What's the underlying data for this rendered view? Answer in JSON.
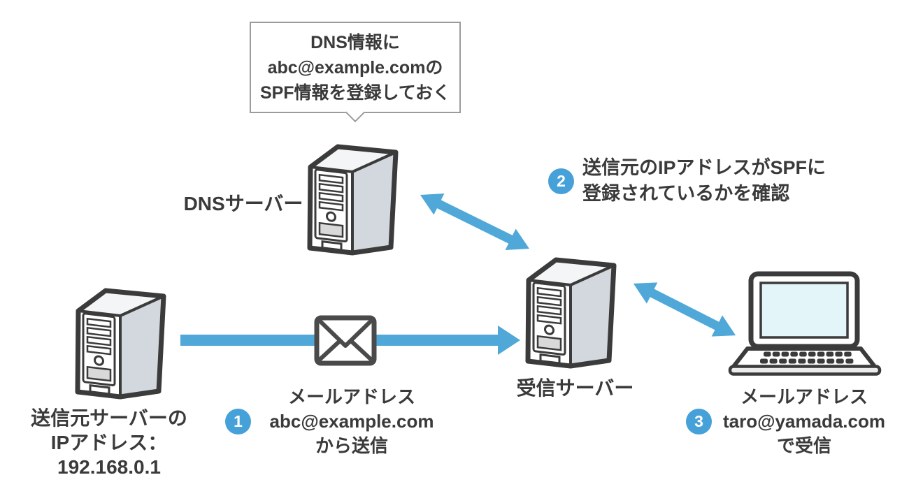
{
  "callout": {
    "lines": [
      "DNS情報に",
      "abc@example.comの",
      "SPF情報を登録しておく"
    ]
  },
  "nodes": {
    "dns_server": {
      "label": "DNSサーバー",
      "icon": "server-icon"
    },
    "sender_server": {
      "label_lines": [
        "送信元サーバーの",
        "IPアドレス：192.168.0.1"
      ],
      "icon": "server-icon"
    },
    "receiving_server": {
      "label": "受信サーバー",
      "icon": "server-icon"
    },
    "client_laptop": {
      "icon": "laptop-icon"
    },
    "mail": {
      "icon": "envelope-icon"
    }
  },
  "steps": [
    {
      "number": "1",
      "lines": [
        "メールアドレス",
        "abc@example.com",
        "から送信"
      ]
    },
    {
      "number": "2",
      "lines": [
        "送信元のIPアドレスがSPFに",
        "登録されているかを確認"
      ]
    },
    {
      "number": "3",
      "lines": [
        "メールアドレス",
        "taro@yamada.com",
        "で受信"
      ]
    }
  ],
  "arrows": [
    {
      "name": "sender-to-receiver",
      "type": "single",
      "direction": "right"
    },
    {
      "name": "dns-receiver-exchange",
      "type": "double"
    },
    {
      "name": "receiver-laptop-exchange",
      "type": "double"
    }
  ],
  "colors": {
    "arrow_blue": "#4fa8d8",
    "badge_blue": "#45a1d8",
    "outline_dark": "#3b3b3b",
    "text_dark": "#3a3a3a",
    "callout_border": "#9b9b9b",
    "server_side_gray": "#d2d8dd",
    "server_top_gray": "#f3f5f6",
    "bay_gray": "#d9d9d9",
    "laptop_screen_blue": "#e3f5f9",
    "laptop_base_gray": "#ececec"
  }
}
